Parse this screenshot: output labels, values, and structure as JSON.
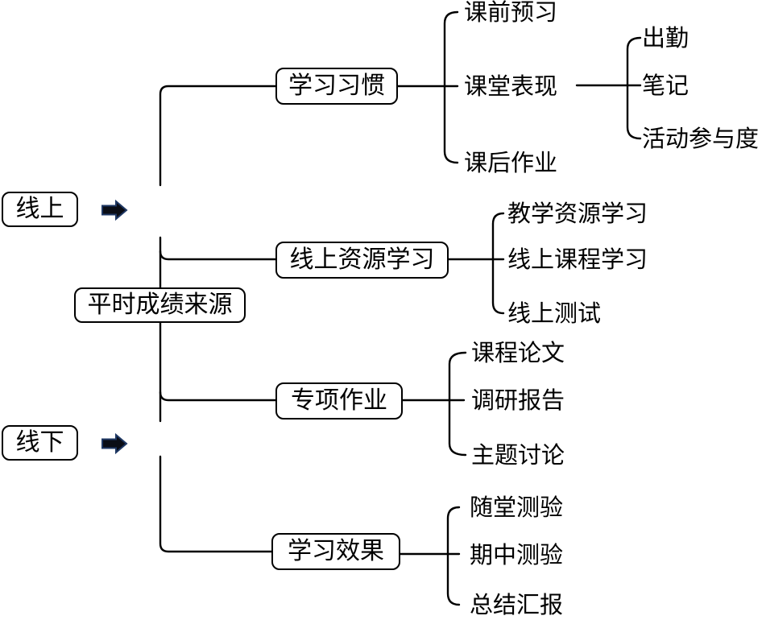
{
  "diagram_title": "平时成绩来源",
  "tree": {
    "root_label": "平时成绩来源",
    "modes": [
      {
        "label": "线上"
      },
      {
        "label": "线下"
      }
    ],
    "branches": [
      {
        "label": "学习习惯",
        "children": [
          {
            "label": "课前预习"
          },
          {
            "label": "课堂表现",
            "children": [
              {
                "label": "出勤"
              },
              {
                "label": "笔记"
              },
              {
                "label": "活动参与度"
              }
            ]
          },
          {
            "label": "课后作业"
          }
        ]
      },
      {
        "label": "线上资源学习",
        "children": [
          {
            "label": "教学资源学习"
          },
          {
            "label": "线上课程学习"
          },
          {
            "label": "线上测试"
          }
        ]
      },
      {
        "label": "专项作业",
        "children": [
          {
            "label": "课程论文"
          },
          {
            "label": "调研报告"
          },
          {
            "label": "主题讨论"
          }
        ]
      },
      {
        "label": "学习效果",
        "children": [
          {
            "label": "随堂测验"
          },
          {
            "label": "期中测验"
          },
          {
            "label": "总结汇报"
          }
        ]
      }
    ]
  },
  "icons": [
    {
      "name": "right-arrow-icon",
      "meaning": "points from mode label to grade-source tree"
    }
  ],
  "colors": {
    "background": "#ffffff",
    "line": "#000000",
    "box_border": "#000000",
    "box_fill": "#ffffff",
    "text": "#000000",
    "arrow_fill": "#0a0d16",
    "arrow_outline": "#1f3864"
  }
}
